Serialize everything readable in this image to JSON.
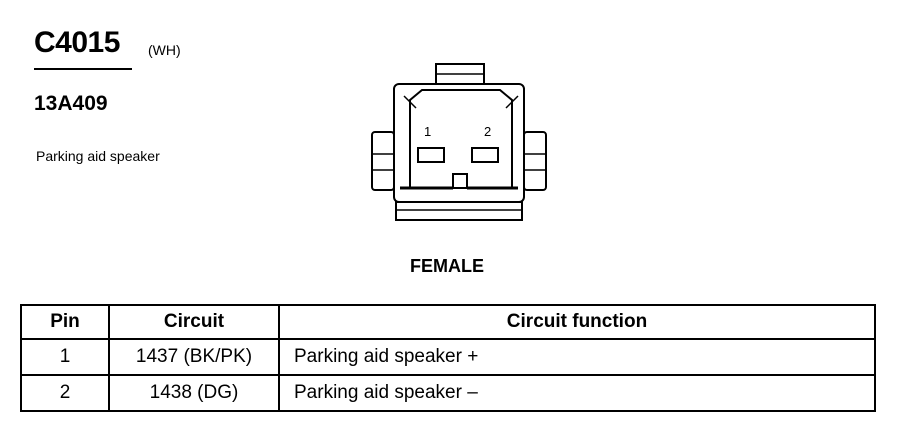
{
  "header": {
    "connector_id": "C4015",
    "color_code": "(WH)",
    "part_number": "13A409",
    "description": "Parking aid speaker"
  },
  "diagram": {
    "pin_labels": [
      "1",
      "2"
    ],
    "gender": "FEMALE"
  },
  "table": {
    "columns": [
      "Pin",
      "Circuit",
      "Circuit function"
    ],
    "rows": [
      {
        "pin": "1",
        "circuit": "1437 (BK/PK)",
        "function": "Parking aid speaker +"
      },
      {
        "pin": "2",
        "circuit": "1438 (DG)",
        "function": "Parking aid speaker –"
      }
    ]
  }
}
